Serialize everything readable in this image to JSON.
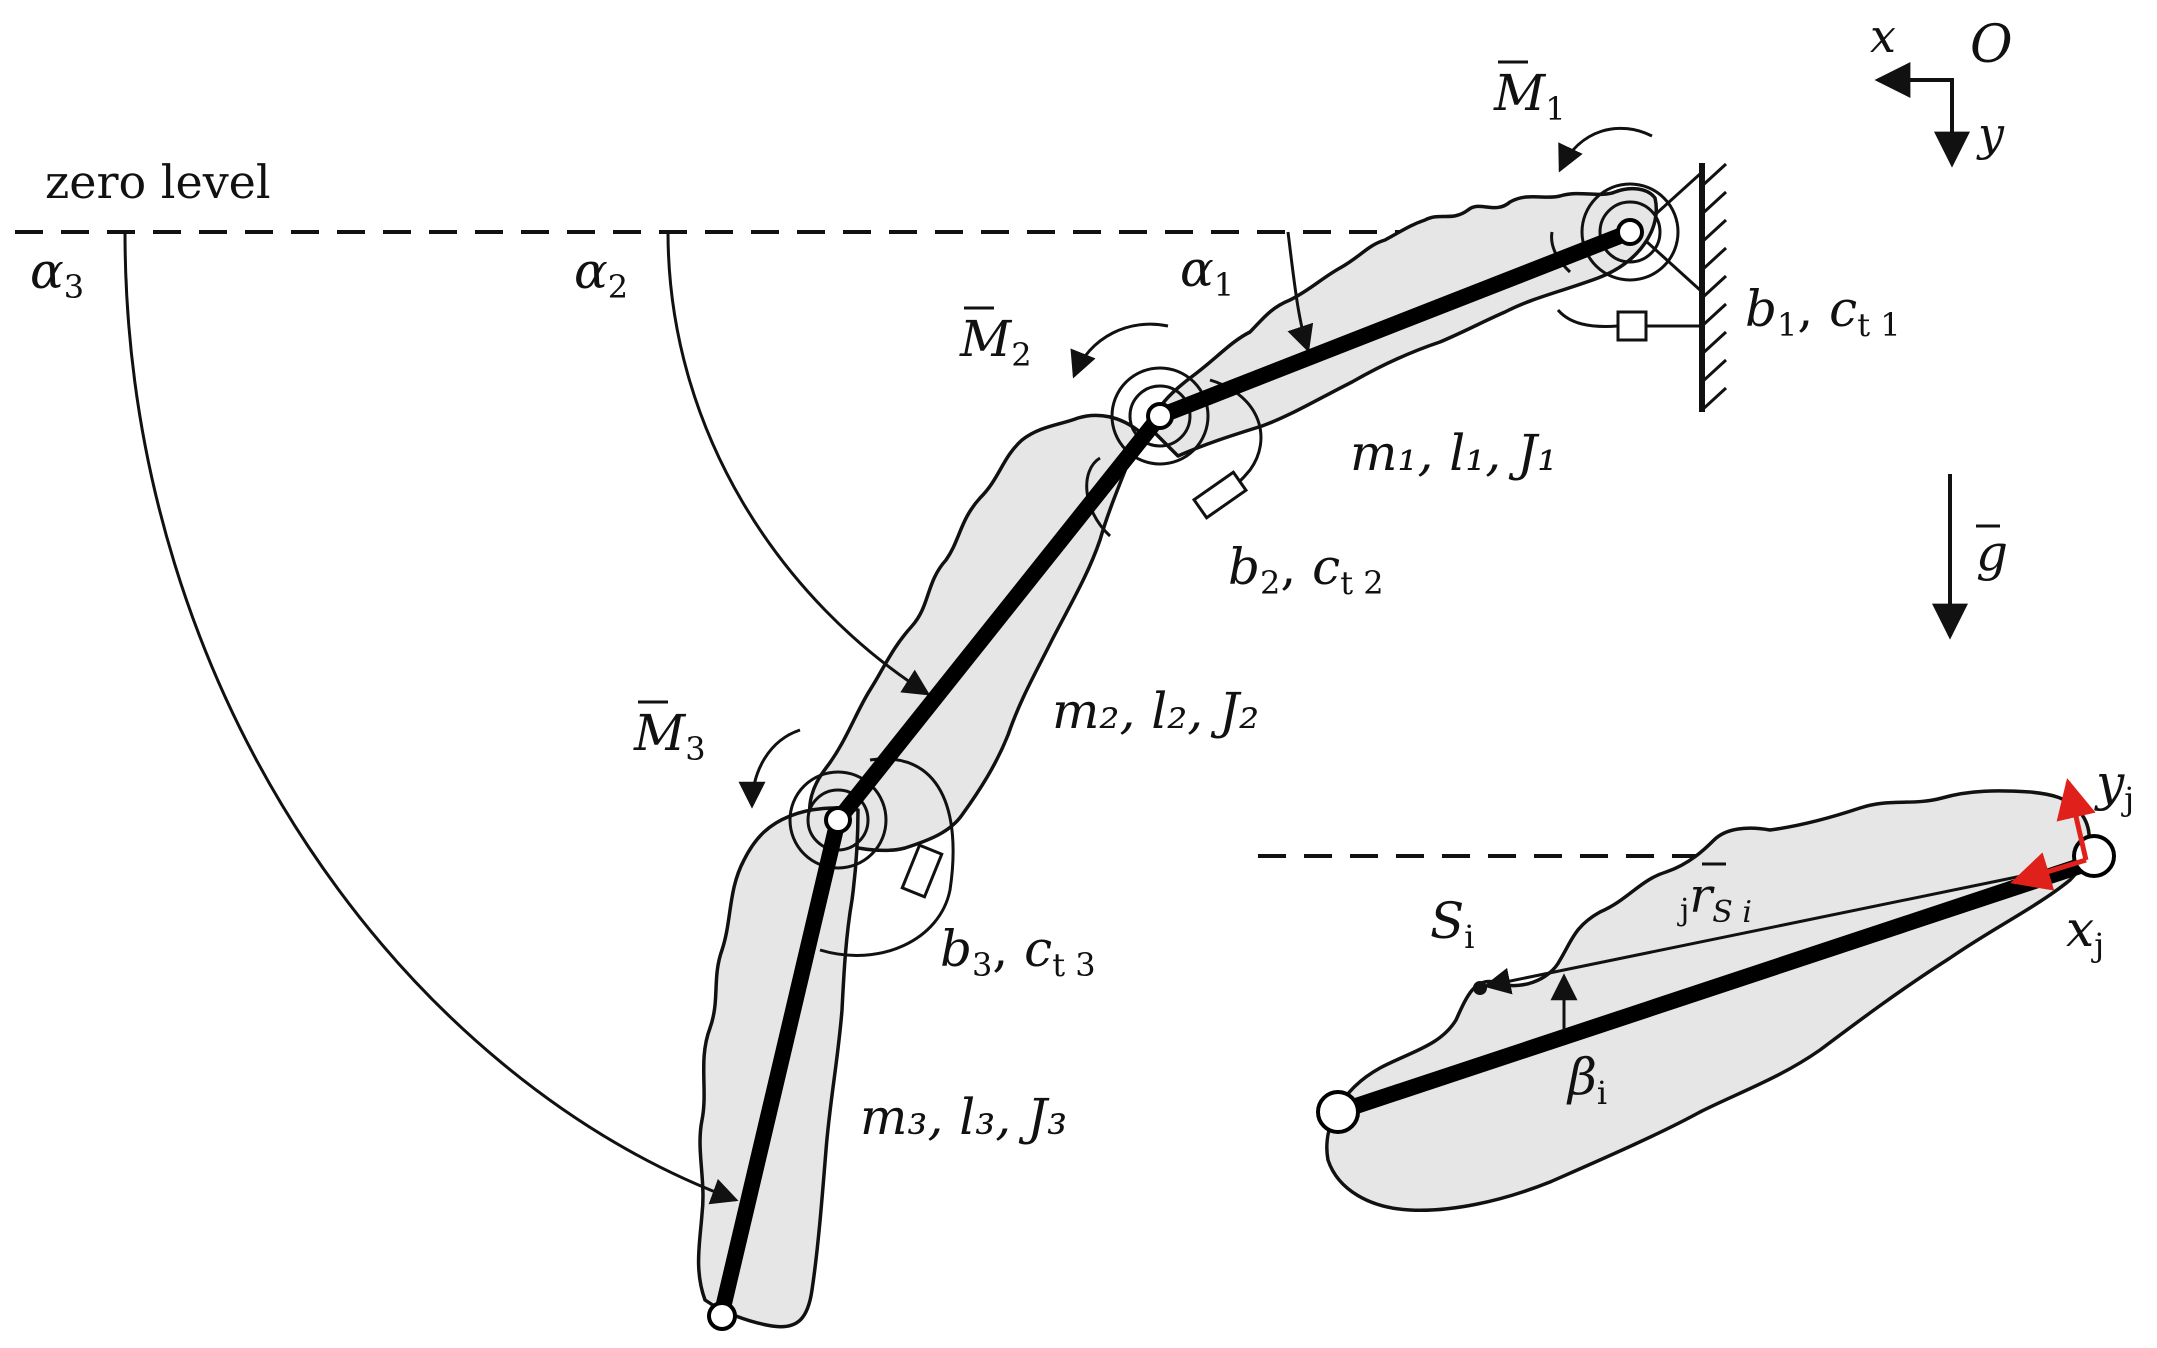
{
  "labels": {
    "zero_level": "zero level",
    "alpha1": "α",
    "alpha1_sub": "1",
    "alpha2": "α",
    "alpha2_sub": "2",
    "alpha3": "α",
    "alpha3_sub": "3",
    "M1": "M",
    "M1_sub": "1",
    "M2": "M",
    "M2_sub": "2",
    "M3": "M",
    "M3_sub": "3",
    "b1": "b",
    "b1_sub": "1",
    "ct1": "c",
    "ct1_sub": "t 1",
    "b2": "b",
    "b2_sub": "2",
    "ct2": "c",
    "ct2_sub": "t 2",
    "b3": "b",
    "b3_sub": "3",
    "ct3": "c",
    "ct3_sub": "t 3",
    "link1": "m₁, l₁, J₁",
    "link2": "m₂, l₂, J₂",
    "link3": "m₃, l₃, J₃",
    "g": "g",
    "x": "x",
    "y": "y",
    "O": "O",
    "Si": "S",
    "Si_sub": "i",
    "r_pre": "j",
    "r": "r",
    "r_sub": "S i",
    "beta": "β",
    "beta_sub": "i",
    "yj": "y",
    "yj_sub": "j",
    "xj": "x",
    "xj_sub": "j"
  },
  "colors": {
    "body_fill": "#e6e6e6",
    "ink": "#111111",
    "frame_red": "#e0201a"
  }
}
